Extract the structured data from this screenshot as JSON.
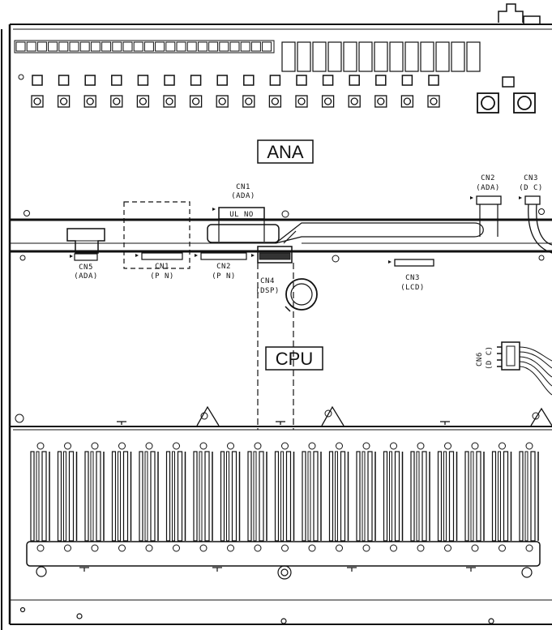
{
  "diagram": {
    "sections": {
      "ana": "ANA",
      "cpu": "CPU"
    },
    "connectors": {
      "cn1_ana": {
        "name": "CN1",
        "sub": "(ADA)"
      },
      "cn1_ana_body": "UL NO",
      "cn2_ana": {
        "name": "CN2",
        "sub": "(ADA)"
      },
      "cn3_ana": {
        "name": "CN3",
        "sub": "(D C)"
      },
      "cn5": {
        "name": "CN5",
        "sub": "(ADA)"
      },
      "cn1_cpu": {
        "name": "CN1",
        "sub": "(P N)"
      },
      "cn2_cpu": {
        "name": "CN2",
        "sub": "(P N)"
      },
      "cn4": {
        "name": "CN4",
        "sub": "(DSP)"
      },
      "cn3_cpu": {
        "name": "CN3",
        "sub": "(LCD)"
      },
      "cn6": {
        "name": "CN6",
        "sub": "(D C)"
      }
    },
    "colors": {
      "line": "#111111",
      "background": "#ffffff"
    }
  }
}
